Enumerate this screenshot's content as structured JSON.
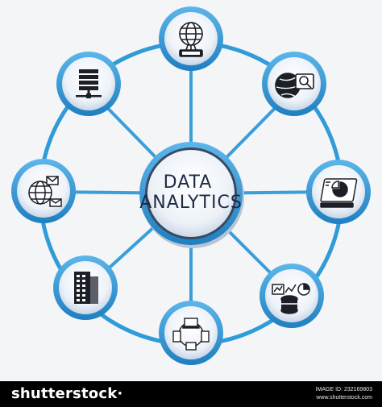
{
  "center": {
    "line1": "DATA",
    "line2": "ANALYTICS"
  },
  "nodes": [
    {
      "id": "globe-tablet",
      "icon": "globe-tablet-icon"
    },
    {
      "id": "global-search",
      "icon": "globe-magnifier-icon"
    },
    {
      "id": "pie-chart-tablet",
      "icon": "tablet-pie-chart-icon"
    },
    {
      "id": "database-chart",
      "icon": "database-chart-icon"
    },
    {
      "id": "network",
      "icon": "computer-network-icon"
    },
    {
      "id": "building",
      "icon": "office-building-icon"
    },
    {
      "id": "globe-mail",
      "icon": "globe-email-icon"
    },
    {
      "id": "server",
      "icon": "server-network-icon"
    }
  ],
  "colors": {
    "ring": "#2f9bd8",
    "spoke": "#3a9fd9",
    "node_rim": "#2e8fcf",
    "icon": "#1c1f26"
  },
  "footer": {
    "brand": "shutterstock·",
    "image_id": "IMAGE ID: 232169803",
    "site": "www.shutterstock.com"
  }
}
